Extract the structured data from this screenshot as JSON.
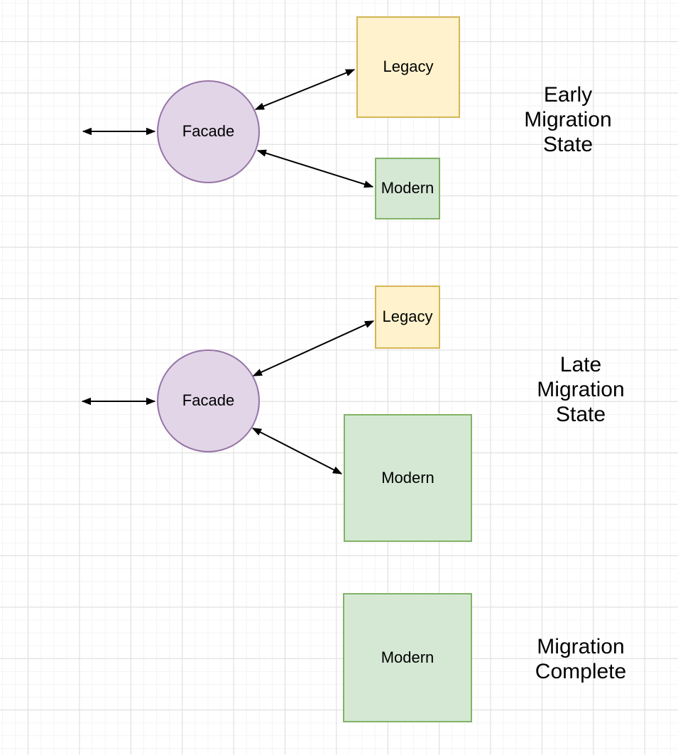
{
  "canvas": {
    "background": "#ffffff",
    "grid_minor_color": "#f4f4f4",
    "grid_major_color": "#dcdcdc"
  },
  "palette": {
    "facade_fill": "#e1d5e7",
    "facade_stroke": "#9673a6",
    "legacy_fill": "#fff2cc",
    "legacy_stroke": "#d6b656",
    "modern_fill": "#d5e8d4",
    "modern_stroke": "#82b366",
    "connector_color": "#000000",
    "text_color": "#000000"
  },
  "sections": [
    {
      "caption": "Early\nMigration\nState",
      "facade_label": "Facade",
      "legacy_label": "Legacy",
      "modern_label": "Modern"
    },
    {
      "caption": "Late\nMigration\nState",
      "facade_label": "Facade",
      "legacy_label": "Legacy",
      "modern_label": "Modern"
    },
    {
      "caption": "Migration\nComplete",
      "modern_label": "Modern"
    }
  ]
}
